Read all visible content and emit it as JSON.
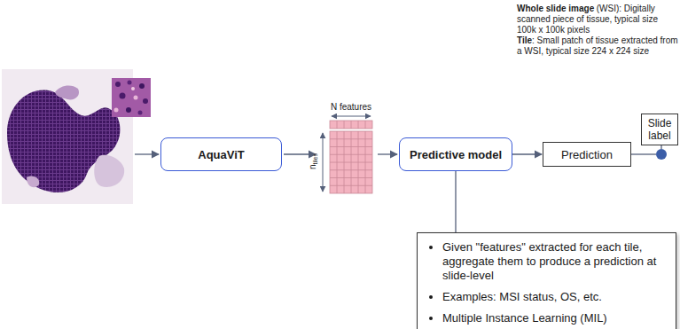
{
  "diagram": {
    "nodes": [
      {
        "text": [
          "AquaViT"
        ]
      },
      {
        "text": [
          "Predictive model"
        ]
      },
      {
        "text": [
          "Prediction"
        ]
      },
      {
        "text": [
          "Slide label"
        ]
      },
      {
        "text": [
          "Given \"features\" extracted for each tile, aggregate them to produce a prediction at slide-level",
          "Examples: MSI status, OS, etc.",
          "Multiple Instance Learning (MIL)"
        ]
      }
    ],
    "edges": [
      {
        "from": 1,
        "to": 2,
        "arrow": "to"
      },
      {
        "from": 1,
        "to": 4,
        "arrow": "none"
      }
    ],
    "labels": [
      "Whole slide image",
      "(WSI): Digitally scanned piece of tissue, typical size 100k x 100k pixels",
      "Tile",
      ": Small patch of tissue extracted from a WSI, typical size 224 x 224 size",
      "N features",
      "n",
      "tiles"
    ]
  }
}
